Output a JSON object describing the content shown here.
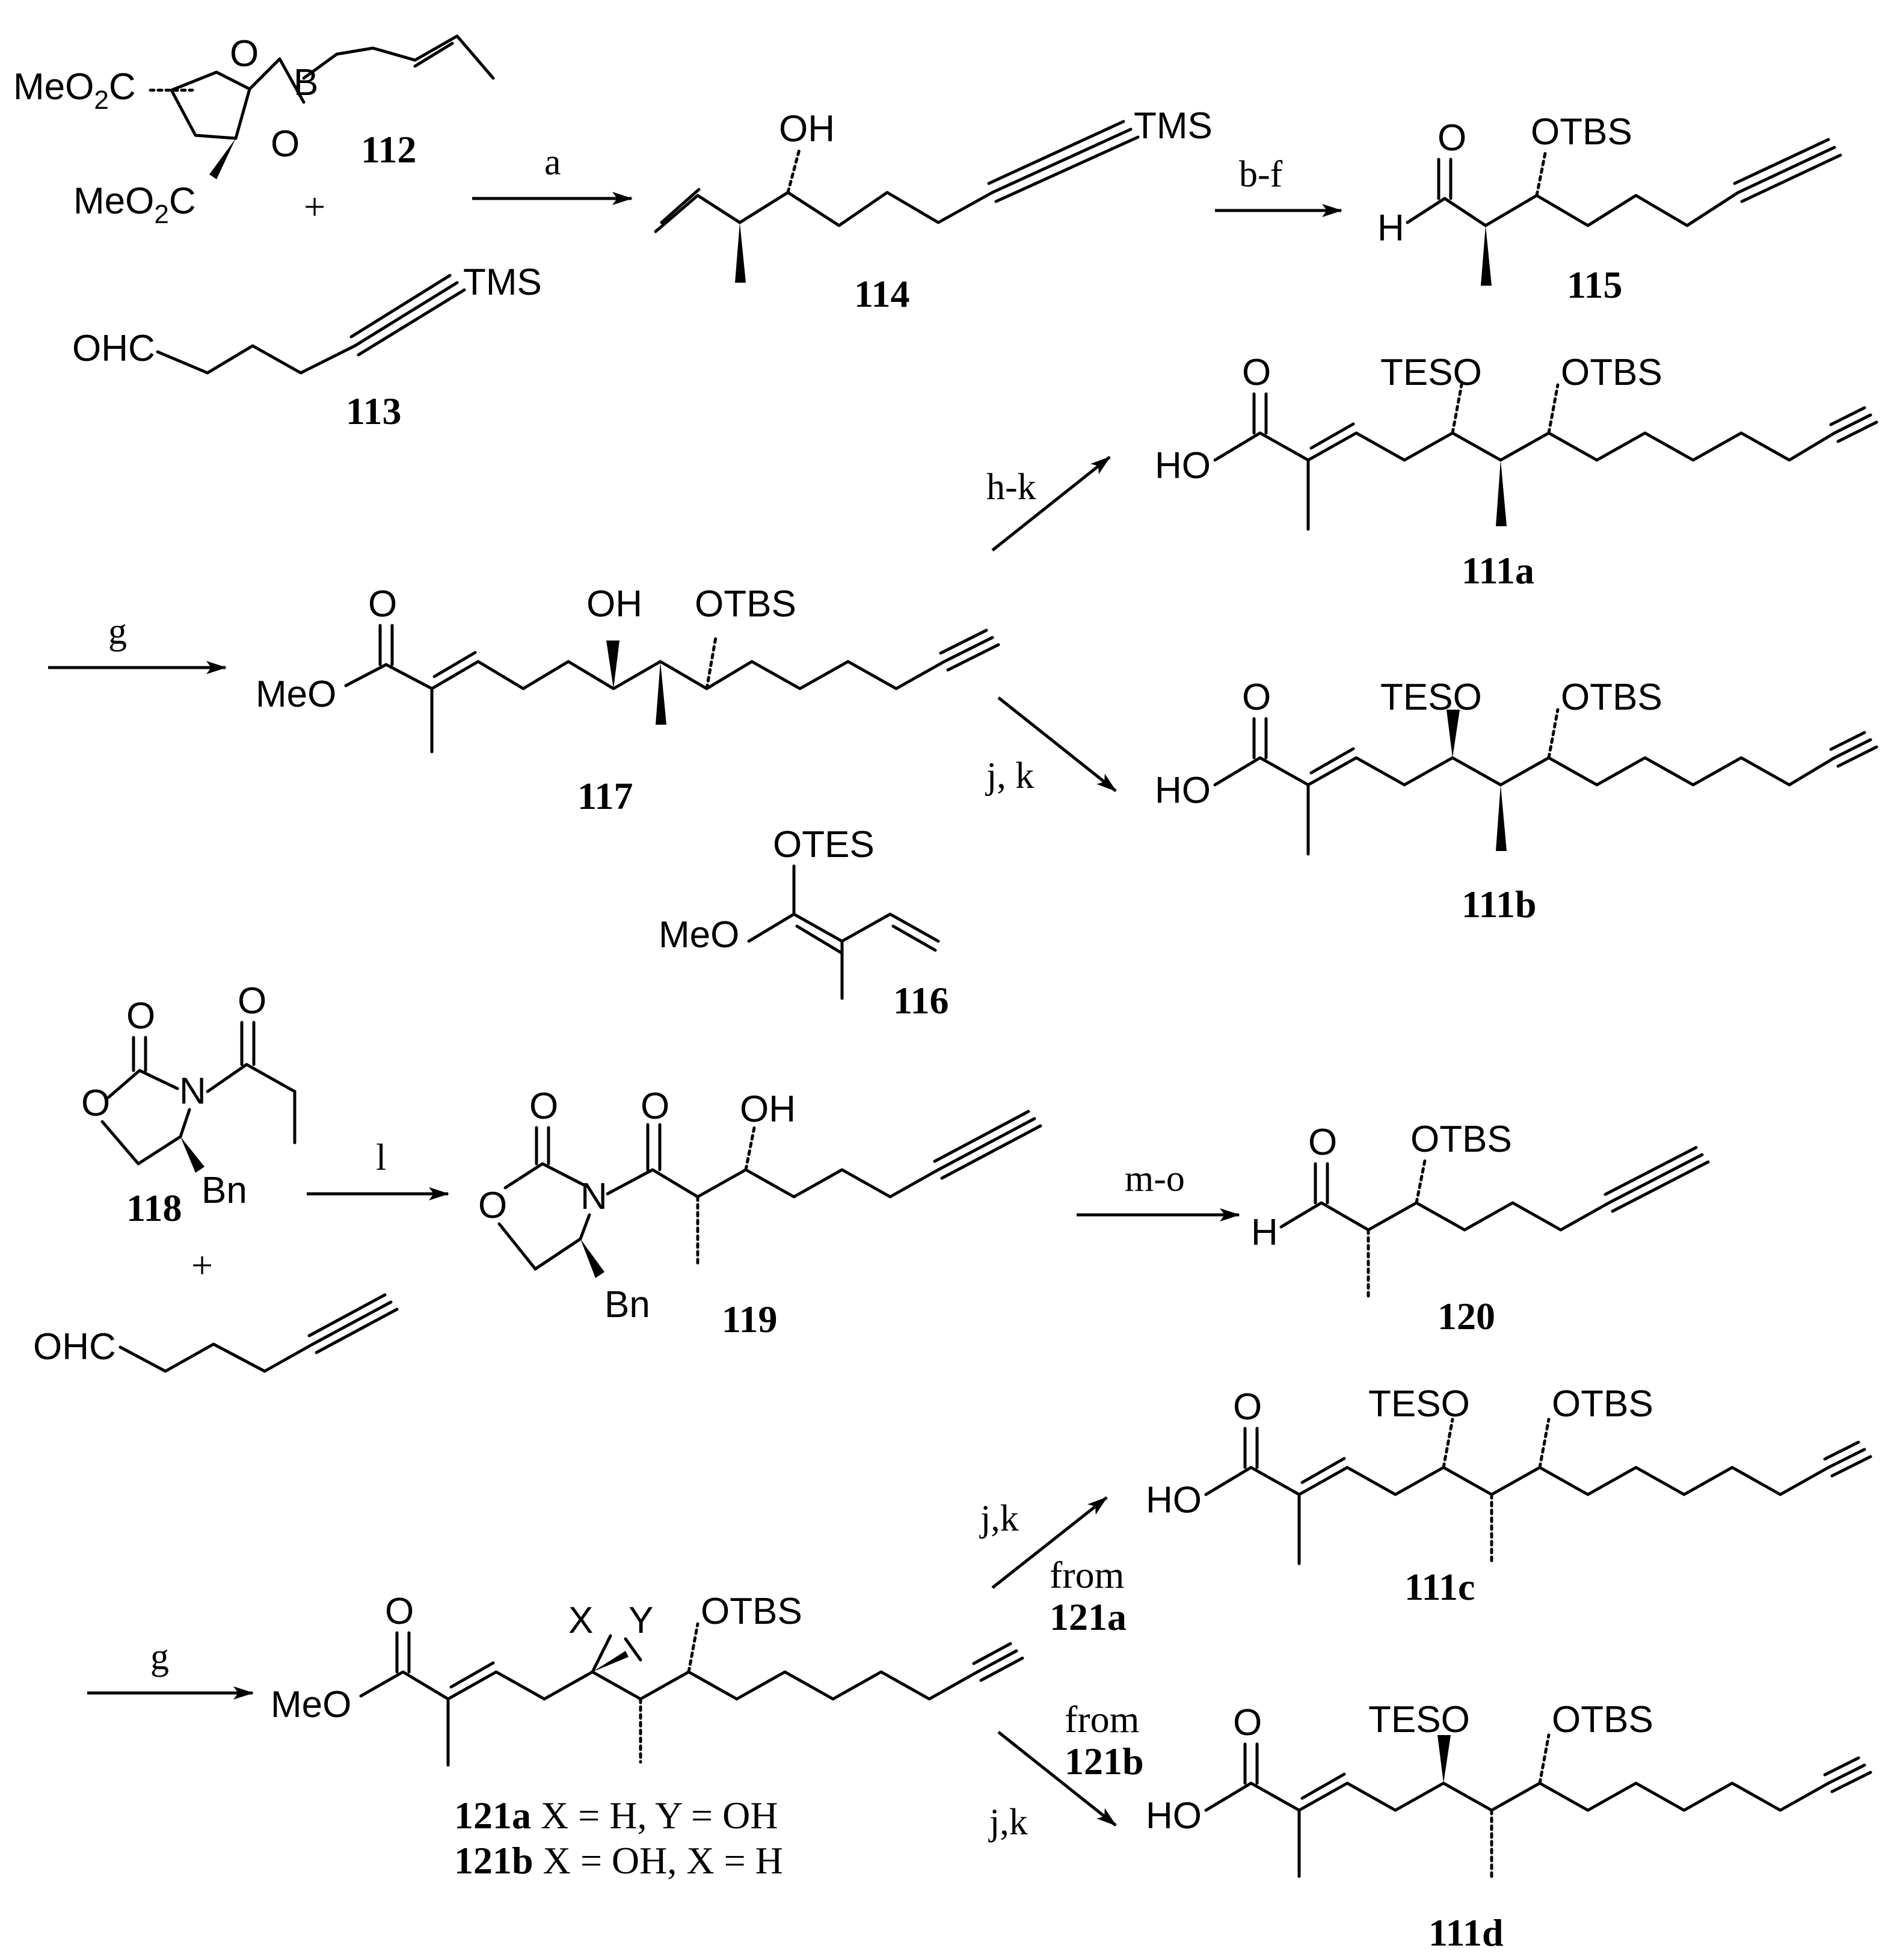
{
  "compounds": {
    "c112": "112",
    "c113": "113",
    "c114": "114",
    "c115": "115",
    "c116": "116",
    "c117": "117",
    "c118": "118",
    "c119": "119",
    "c120": "120",
    "c111a": "111a",
    "c111b": "111b",
    "c111c": "111c",
    "c111d": "111d",
    "c121a": "121a",
    "c121b": "121b"
  },
  "reagents": {
    "a": "a",
    "bf": "b-f",
    "g1": "g",
    "hk": "h-k",
    "jk1": "j, k",
    "l": "l",
    "mo": "m-o",
    "g2": "g",
    "jk2": "j,k",
    "jk3": "j,k",
    "from1": "from",
    "from2": "from",
    "plus1": "+",
    "plus2": "+"
  },
  "captions": {
    "c121a_rest": " X = H, Y = OH",
    "c121b_rest": " X = OH, X = H"
  },
  "atoms": {
    "MeO": "MeO",
    "O": "O",
    "B": "B",
    "C": "C",
    "OH": "OH",
    "HO": "HO",
    "H": "H",
    "TMS": "TMS",
    "OHC": "OHC",
    "OTBS": "OTBS",
    "TESO": "TESO",
    "OTES": "OTES",
    "N": "N",
    "Bn": "Bn",
    "X": "X",
    "Y": "Y",
    "sub2": "2"
  }
}
